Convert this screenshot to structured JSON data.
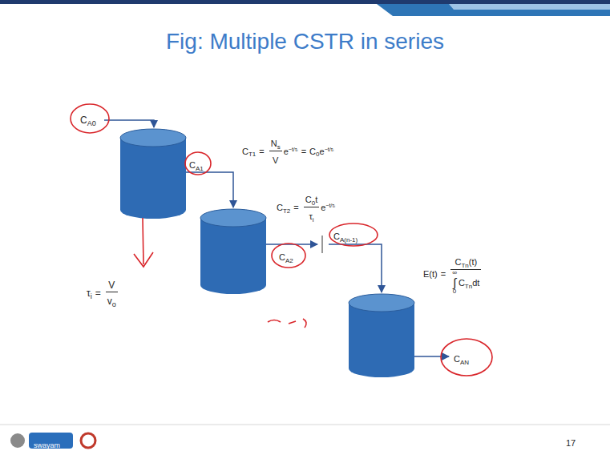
{
  "diagram": {
    "title": "Fig: Multiple CSTR in series",
    "labels": [
      "C",
      "A0",
      "C",
      "A1",
      "C",
      "A2",
      "C",
      "A(n-1)",
      "C",
      "AN",
      "C",
      "T1",
      "=",
      "N",
      "s",
      "V",
      "e",
      "−t/τᵢ",
      "=",
      "C",
      "0",
      "e",
      "−t/τᵢ",
      "C",
      "T2",
      "=",
      "C",
      "0",
      "t",
      "τ",
      "i",
      "e",
      "−t/τᵢ",
      "τ",
      "i",
      "=",
      "V",
      "v",
      "o",
      "E(t)",
      "=",
      "C",
      "Tn",
      "(t)",
      "∞",
      "∫",
      "0",
      "C",
      "Tn",
      "dt",
      "17",
      "swayam"
    ]
  }
}
